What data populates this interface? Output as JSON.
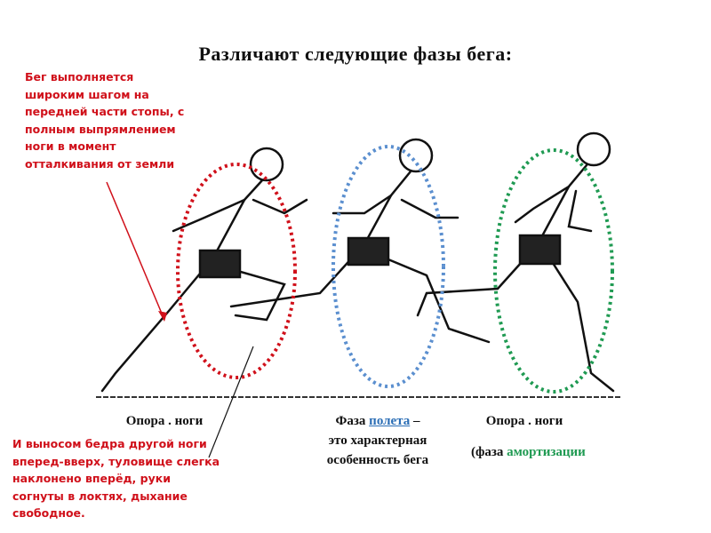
{
  "title": "Различают следующие фазы бега:",
  "note_top": [
    "Бег выполняется",
    "широким шагом на",
    "передней части стопы, с",
    "полным выпрямлением",
    "ноги в момент",
    "отталкивания от земли"
  ],
  "note_bottom": [
    "И выносом бедра другой ноги",
    "вперед-вверх, туловище слегка",
    "наклонено вперёд, руки",
    "согнуты в локтях, дыхание",
    "свободное."
  ],
  "labels": {
    "support1": "Опора . ноги",
    "flight_prefix": "Фаза",
    "flight_word": "полета",
    "flight_suffix": "–",
    "flight_line2": "это характерная",
    "flight_line3": "особенность бега",
    "support2": "Опора . ноги",
    "amort_prefix": "(фаза",
    "amort_word": "амортизации"
  },
  "colors": {
    "red": "#d0101a",
    "blue": "#2a6db5",
    "green": "#1f9a52"
  }
}
